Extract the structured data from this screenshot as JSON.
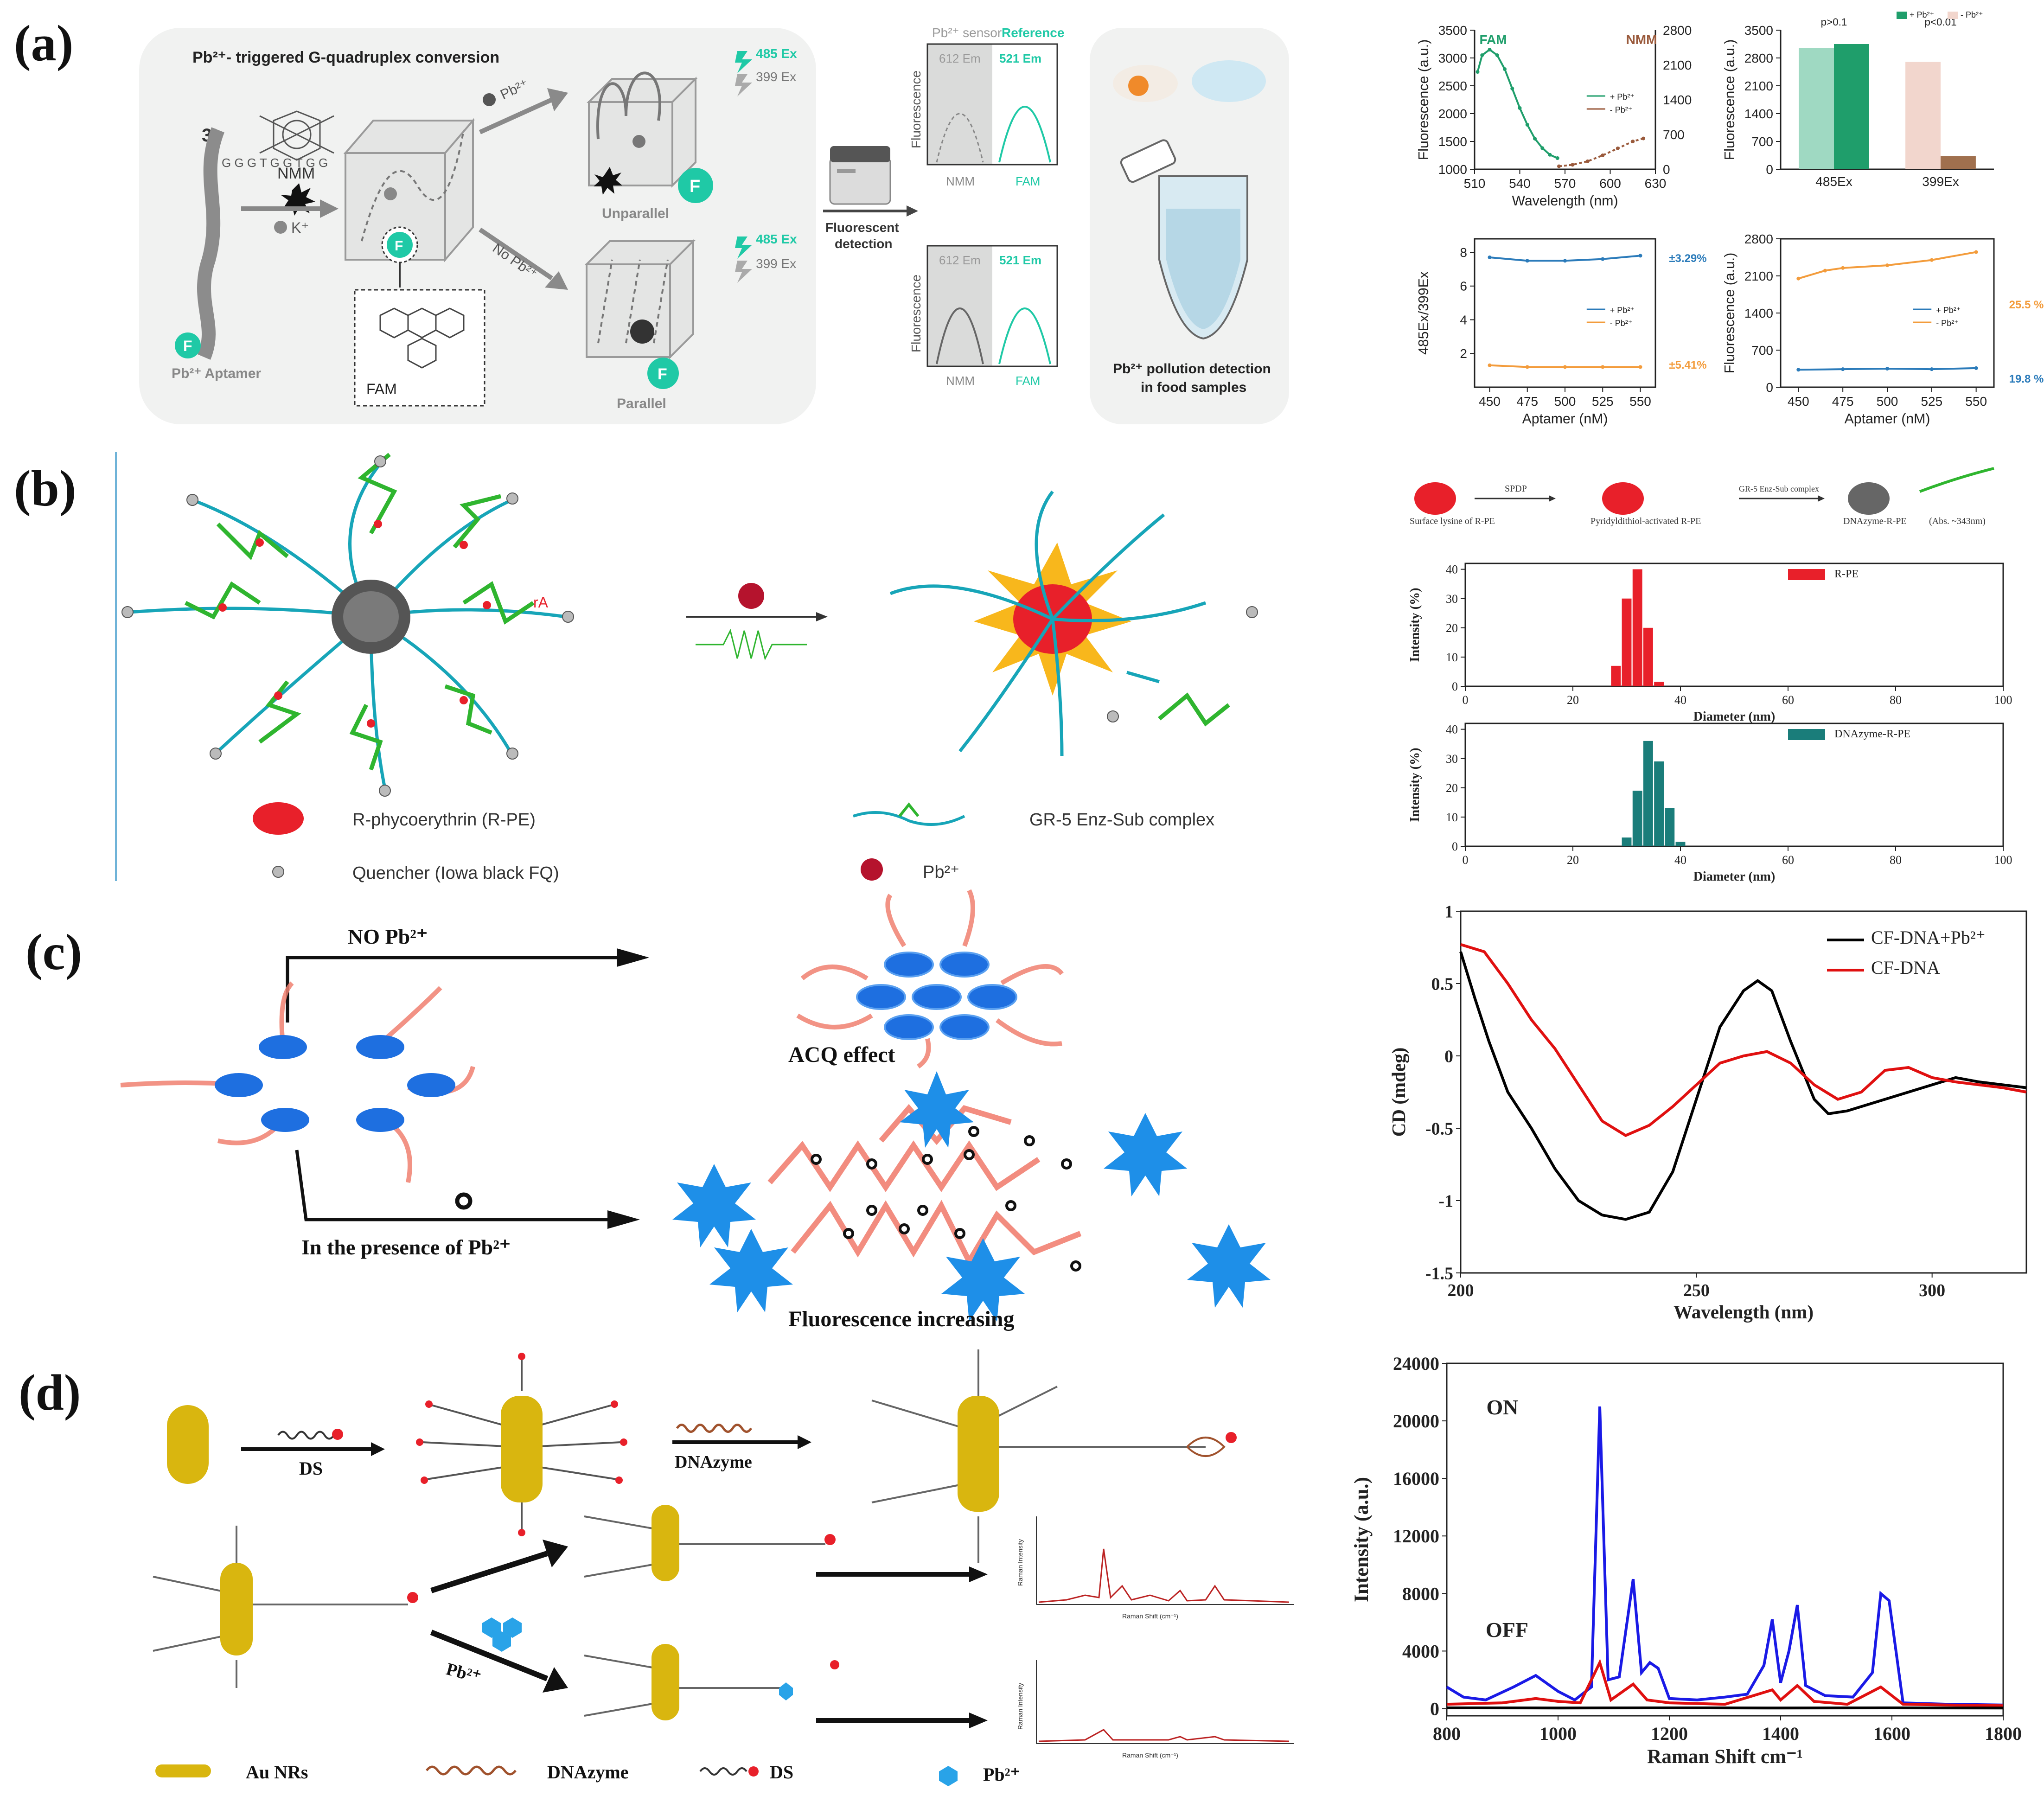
{
  "panels": {
    "a": "(a)",
    "b": "(b)",
    "c": "(c)",
    "d": "(d)"
  },
  "panel_a": {
    "title": "Pb²⁺- triggered G-quadruplex conversion",
    "strand_label": "3'",
    "aptamer_label": "Pb²⁺ Aptamer",
    "nmm_label": "NMM",
    "k_label": "K⁺",
    "fam_label": "FAM",
    "f_label": "F",
    "pb_arrow": "Pb²⁺",
    "no_pb_arrow": "No Pb²⁺",
    "unparallel": "Unparallel",
    "parallel": "Parallel",
    "ex485": "485 Ex",
    "ex399": "399 Ex",
    "fluorescent_detection": [
      "Fluorescent",
      "detection"
    ],
    "sensor_header": "Pb²⁺ sensor",
    "reference_header": "Reference",
    "em612": "612 Em",
    "em521": "521 Em",
    "fluorescence_axis": "Fluorescence",
    "nmm_x": "NMM",
    "fam_x": "FAM",
    "pollution": [
      "Pb²⁺ pollution detection",
      "in food samples"
    ]
  },
  "panel_b": {
    "ra_label": "rA",
    "legend_rpe": "R-phycoerythrin  (R-PE)",
    "legend_quencher": "Quencher (Iowa black FQ)",
    "legend_gr5": "GR-5 Enz-Sub complex",
    "legend_pb": "Pb²⁺",
    "scheme_text": [
      "Surface lysine of R-PE",
      "SPDP",
      "Pyridyldithiol-activated R-PE",
      "GR-5 Enz-Sub complex",
      "DNAzyme-R-PE",
      "(Abs. ~343nm)"
    ]
  },
  "panel_c": {
    "no_pb": "NO  Pb²⁺",
    "presence": "In the presence of  Pb²⁺",
    "acq": "ACQ effect",
    "fluor_inc": "Fluorescence increasing"
  },
  "panel_d": {
    "ds": "DS",
    "dnazyme": "DNAzyme",
    "pb": "Pb²⁺",
    "legend_au": "Au NRs",
    "legend_dnazyme": "DNAzyme",
    "legend_ds": "DS",
    "legend_pb": "Pb²⁺",
    "mini_ylabel": "Raman Intensity",
    "mini_xlabel": "Raman Shift (cm⁻¹)"
  },
  "chart_data": [
    {
      "id": "a1",
      "type": "line",
      "xlabel": "Wavelength (nm)",
      "ylabel": "Fluorescence (a.u.)",
      "xticks": [
        510,
        540,
        570,
        600,
        630
      ],
      "yticks": [
        1000,
        1500,
        2000,
        2500,
        3000,
        3500
      ],
      "y2ticks": [
        0,
        700,
        1400,
        2100,
        2800
      ],
      "xlim": [
        510,
        630
      ],
      "ylim": [
        1000,
        3500
      ],
      "y2lim": [
        0,
        2800
      ],
      "labels": [
        "FAM",
        "NMM"
      ],
      "legend": [
        "+ Pb²⁺",
        "- Pb²⁺"
      ],
      "series": [
        {
          "name": "+ Pb²⁺",
          "color": "#1f9e6b",
          "x": [
            512,
            515,
            520,
            525,
            530,
            535,
            540,
            545,
            550,
            555,
            560,
            565
          ],
          "y": [
            2750,
            3050,
            3150,
            3050,
            2800,
            2450,
            2100,
            1800,
            1550,
            1380,
            1260,
            1200
          ]
        },
        {
          "name": "- Pb²⁺",
          "color": "#9a5a3c",
          "axis": "y2",
          "x": [
            566,
            575,
            585,
            595,
            605,
            615,
            622
          ],
          "y": [
            60,
            90,
            160,
            280,
            420,
            560,
            620
          ]
        }
      ]
    },
    {
      "id": "a2",
      "type": "bar",
      "ylabel": "Fluorescence (a.u.)",
      "categories": [
        "485Ex",
        "399Ex"
      ],
      "yticks": [
        0,
        700,
        1400,
        2100,
        2800,
        3500
      ],
      "ylim": [
        0,
        3500
      ],
      "legend": [
        "+ Pb²⁺",
        "- Pb²⁺"
      ],
      "annotations": [
        "p>0.1",
        "p<0.01"
      ],
      "series": [
        {
          "name": "- Pb²⁺",
          "values": [
            3050,
            2700
          ],
          "colors": [
            "#9fd9c2",
            "#f2d6cd"
          ]
        },
        {
          "name": "+ Pb²⁺",
          "values": [
            3150,
            330
          ],
          "colors": [
            "#1f9e6b",
            "#a0704e"
          ]
        }
      ]
    },
    {
      "id": "a3",
      "type": "line",
      "xlabel": "Aptamer (nM)",
      "ylabel": "485Ex/399Ex",
      "xticks": [
        450,
        475,
        500,
        525,
        550
      ],
      "yticks": [
        2,
        4,
        6,
        8
      ],
      "xlim": [
        440,
        560
      ],
      "ylim": [
        0,
        8.8
      ],
      "legend": [
        "+ Pb²⁺",
        "- Pb²⁺"
      ],
      "labels": [
        "±3.29%",
        "±5.41%"
      ],
      "series": [
        {
          "name": "+ Pb²⁺",
          "color": "#2b7bba",
          "x": [
            450,
            475,
            500,
            525,
            550
          ],
          "y": [
            7.7,
            7.5,
            7.5,
            7.6,
            7.8
          ]
        },
        {
          "name": "- Pb²⁺",
          "color": "#f39c3c",
          "x": [
            450,
            475,
            500,
            525,
            550
          ],
          "y": [
            1.3,
            1.2,
            1.2,
            1.2,
            1.2
          ]
        }
      ]
    },
    {
      "id": "a4",
      "type": "line",
      "xlabel": "Aptamer (nM)",
      "ylabel": "Fluorescence (a.u.)",
      "xticks": [
        450,
        475,
        500,
        525,
        550
      ],
      "yticks": [
        0,
        700,
        1400,
        2100,
        2800
      ],
      "xlim": [
        440,
        560
      ],
      "ylim": [
        0,
        2800
      ],
      "legend": [
        "+ Pb²⁺",
        "- Pb²⁺"
      ],
      "labels": [
        "25.5 %",
        "19.8 %"
      ],
      "series": [
        {
          "name": "- Pb²⁺",
          "color": "#f39c3c",
          "x": [
            450,
            465,
            475,
            500,
            525,
            550
          ],
          "y": [
            2050,
            2200,
            2250,
            2300,
            2400,
            2550
          ]
        },
        {
          "name": "+ Pb²⁺",
          "color": "#2b7bba",
          "x": [
            450,
            475,
            500,
            525,
            550
          ],
          "y": [
            330,
            340,
            350,
            340,
            360
          ]
        }
      ]
    },
    {
      "id": "b1",
      "type": "bar",
      "xlabel": "Diameter (nm)",
      "ylabel": "Intensity (%)",
      "xticks": [
        0,
        20,
        40,
        60,
        80,
        100
      ],
      "yticks": [
        0,
        10,
        20,
        30,
        40
      ],
      "xlim": [
        0,
        100
      ],
      "ylim": [
        0,
        42
      ],
      "legend": [
        "R-PE"
      ],
      "series": [
        {
          "name": "R-PE",
          "color": "#e8202a",
          "x": [
            28,
            30,
            32,
            34,
            36
          ],
          "y": [
            7,
            30,
            40,
            20,
            1.5
          ]
        }
      ]
    },
    {
      "id": "b2",
      "type": "bar",
      "xlabel": "Diameter (nm)",
      "ylabel": "Intensity (%)",
      "xticks": [
        0,
        20,
        40,
        60,
        80,
        100
      ],
      "yticks": [
        0,
        10,
        20,
        30,
        40
      ],
      "xlim": [
        0,
        100
      ],
      "ylim": [
        0,
        42
      ],
      "legend": [
        "DNAzyme-R-PE"
      ],
      "series": [
        {
          "name": "DNAzyme-R-PE",
          "color": "#1a7d7a",
          "x": [
            30,
            32,
            34,
            36,
            38,
            40,
            42
          ],
          "y": [
            3,
            19,
            36,
            29,
            13,
            1.5,
            0
          ]
        }
      ]
    },
    {
      "id": "c1",
      "type": "line",
      "xlabel": "Wavelength (nm)",
      "ylabel": "CD (mdeg)",
      "xticks": [
        200,
        250,
        300
      ],
      "yticks": [
        -1.5,
        -1.0,
        -0.5,
        0.0,
        0.5,
        1.0
      ],
      "xlim": [
        200,
        320
      ],
      "ylim": [
        -1.5,
        1.0
      ],
      "legend": [
        "CF-DNA+Pb²⁺",
        "CF-DNA"
      ],
      "series": [
        {
          "name": "CF-DNA+Pb²⁺",
          "color": "#000000",
          "x": [
            200,
            203,
            206,
            210,
            215,
            220,
            225,
            230,
            235,
            240,
            245,
            250,
            255,
            260,
            263,
            266,
            270,
            275,
            278,
            282,
            290,
            300,
            305,
            310,
            315,
            320
          ],
          "y": [
            0.72,
            0.4,
            0.1,
            -0.25,
            -0.5,
            -0.78,
            -1.0,
            -1.1,
            -1.13,
            -1.08,
            -0.8,
            -0.3,
            0.2,
            0.45,
            0.52,
            0.45,
            0.1,
            -0.3,
            -0.4,
            -0.38,
            -0.3,
            -0.2,
            -0.15,
            -0.18,
            -0.2,
            -0.22
          ]
        },
        {
          "name": "CF-DNA",
          "color": "#e01010",
          "x": [
            200,
            205,
            210,
            215,
            220,
            225,
            230,
            235,
            240,
            245,
            250,
            255,
            260,
            265,
            270,
            275,
            280,
            285,
            290,
            295,
            300,
            305,
            310,
            315,
            320
          ],
          "y": [
            0.77,
            0.72,
            0.5,
            0.25,
            0.05,
            -0.2,
            -0.45,
            -0.55,
            -0.48,
            -0.35,
            -0.2,
            -0.05,
            0.0,
            0.03,
            -0.05,
            -0.2,
            -0.3,
            -0.25,
            -0.1,
            -0.08,
            -0.15,
            -0.18,
            -0.2,
            -0.22,
            -0.25
          ]
        }
      ]
    },
    {
      "id": "d1",
      "type": "line",
      "xlabel": "Raman Shift cm⁻¹",
      "ylabel": "Intensity (a.u.)",
      "xticks": [
        800,
        1000,
        1200,
        1400,
        1600,
        1800
      ],
      "yticks": [
        0,
        4000,
        8000,
        12000,
        16000,
        20000,
        24000
      ],
      "xlim": [
        800,
        1800
      ],
      "ylim": [
        -500,
        24000
      ],
      "labels": [
        "ON",
        "OFF"
      ],
      "series": [
        {
          "name": "ON",
          "color": "#1a1ae6",
          "x": [
            800,
            830,
            870,
            920,
            960,
            1000,
            1030,
            1060,
            1075,
            1090,
            1110,
            1135,
            1150,
            1165,
            1180,
            1200,
            1250,
            1300,
            1340,
            1370,
            1385,
            1400,
            1415,
            1430,
            1445,
            1480,
            1530,
            1565,
            1580,
            1595,
            1620,
            1700,
            1800
          ],
          "y": [
            1500,
            800,
            600,
            1500,
            2300,
            1200,
            600,
            1500,
            21000,
            2000,
            2200,
            9000,
            2500,
            3200,
            2800,
            700,
            600,
            800,
            1000,
            3000,
            6200,
            1800,
            4000,
            7200,
            1600,
            900,
            800,
            2500,
            8000,
            7500,
            400,
            300,
            250
          ]
        },
        {
          "name": "OFF",
          "color": "#e01010",
          "x": [
            800,
            900,
            960,
            1000,
            1040,
            1075,
            1095,
            1135,
            1160,
            1200,
            1300,
            1385,
            1400,
            1430,
            1460,
            1520,
            1580,
            1620,
            1700,
            1800
          ],
          "y": [
            300,
            400,
            700,
            500,
            400,
            3200,
            600,
            1700,
            600,
            400,
            300,
            1300,
            600,
            1600,
            500,
            300,
            1500,
            300,
            250,
            200
          ]
        },
        {
          "name": "baseline",
          "color": "#000000",
          "x": [
            800,
            1000,
            1200,
            1400,
            1600,
            1800
          ],
          "y": [
            50,
            40,
            50,
            40,
            50,
            40
          ]
        }
      ]
    }
  ]
}
